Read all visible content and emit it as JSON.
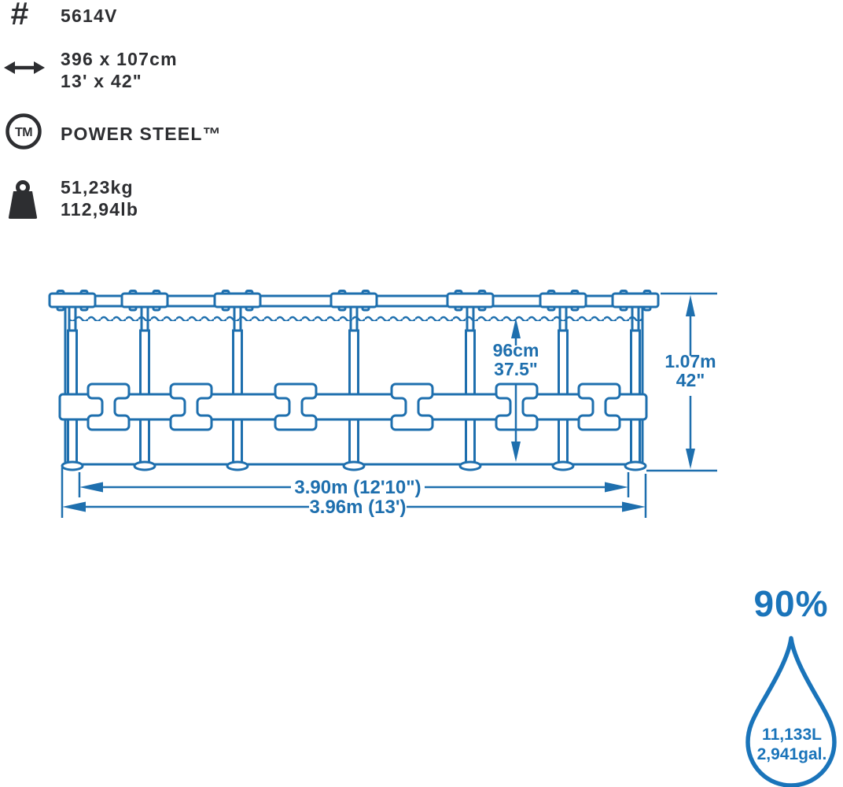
{
  "spec_list": {
    "model": {
      "icon_glyph": "#",
      "value": "5614V"
    },
    "size": {
      "metric": "396 x 107cm",
      "imperial": "13' x 42\""
    },
    "series": {
      "icon_glyph": "TM",
      "value": "POWER STEEL™"
    },
    "weight": {
      "metric": "51,23kg",
      "imperial": "112,94lb"
    }
  },
  "diagram": {
    "water_depth": {
      "metric": "96cm",
      "imperial": "37.5\""
    },
    "wall_height": {
      "metric": "1.07m",
      "imperial": "42\""
    },
    "water_diameter": "3.90m (12'10\")",
    "outer_diameter": "3.96m (13')"
  },
  "capacity": {
    "fill_level": "90%",
    "liters": "11,133L",
    "gallons": "2,941gal."
  },
  "colors": {
    "diagram_blue": "#1E6FAE",
    "accent_blue": "#1A74BA",
    "icon_dark": "#2D2E31"
  }
}
